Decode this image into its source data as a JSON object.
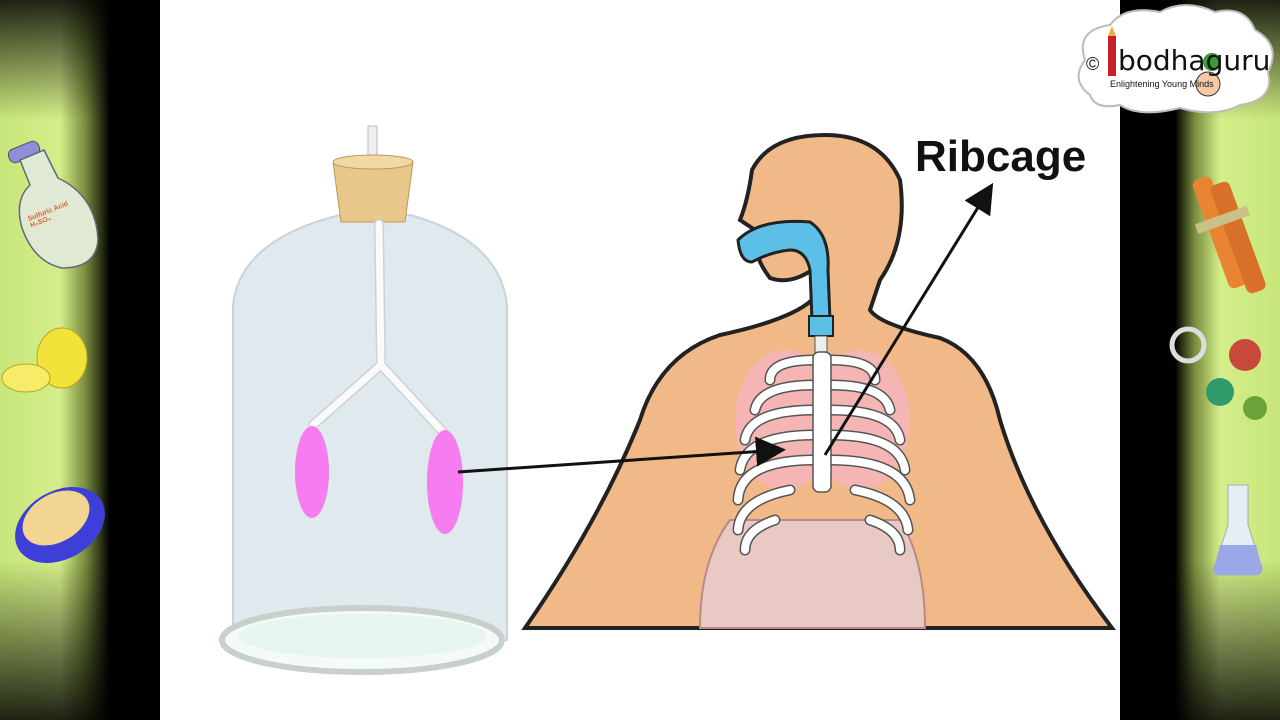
{
  "diagram": {
    "label": "Ribcage"
  },
  "logo": {
    "copyright": "©",
    "brand": "bodhaguru",
    "tagline": "Enlightening Young Minds"
  },
  "decorations": {
    "acid_bottle_label": "Sulfuric Acid",
    "acid_bottle_formula": "H₂SO₄"
  },
  "colors": {
    "skin": "#f0b987",
    "airway": "#5bbfe8",
    "balloon": "#f77cf0",
    "side_green": "#d4ee8a"
  }
}
